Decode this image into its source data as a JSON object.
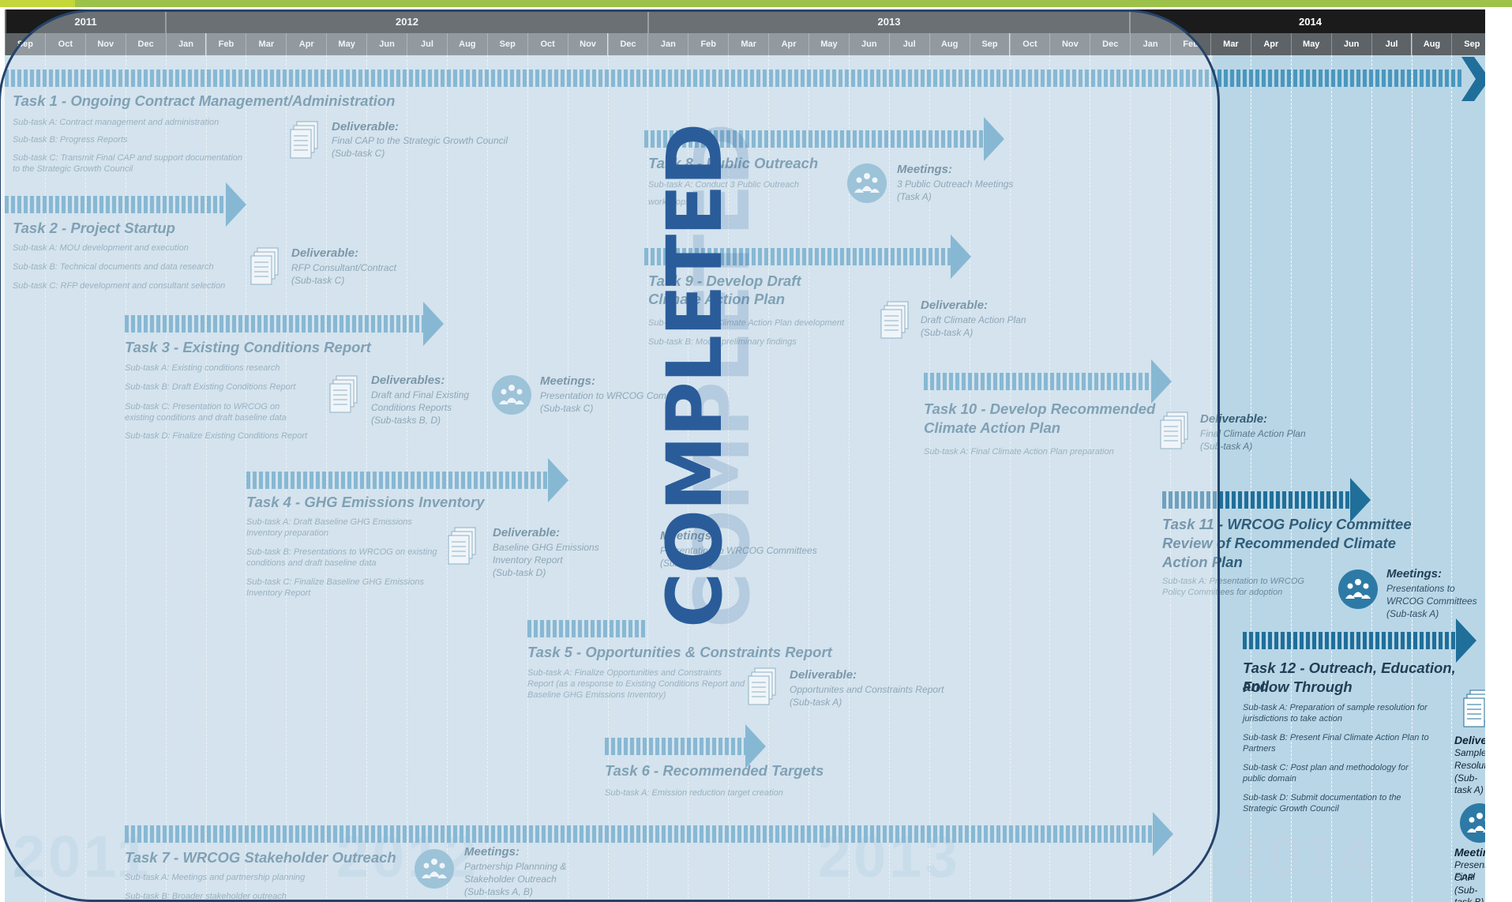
{
  "timeline": {
    "years": [
      "2011",
      "2012",
      "2013",
      "2014"
    ],
    "months": [
      "Sep",
      "Oct",
      "Nov",
      "Dec",
      "Jan",
      "Feb",
      "Mar",
      "Apr",
      "May",
      "Jun",
      "Jul",
      "Aug",
      "Sep",
      "Oct",
      "Nov",
      "Dec",
      "Jan",
      "Feb",
      "Mar",
      "Apr",
      "May",
      "Jun",
      "Jul",
      "Aug",
      "Sep",
      "Oct",
      "Nov",
      "Dec",
      "Jan",
      "Feb",
      "Mar",
      "Apr",
      "May",
      "Jun",
      "Jul",
      "Aug",
      "Sep"
    ],
    "watermark_years": [
      "2011",
      "2012",
      "2013",
      "2014"
    ]
  },
  "tasks": {
    "t1": {
      "title": "Task 1 - Ongoing Contract Management/Administration",
      "subs": [
        "Sub-task A: Contract management and administration",
        "Sub-task B: Progress Reports",
        "Sub-task C: Transmit Final CAP and support documentation",
        "to the Strategic Growth Council"
      ]
    },
    "t2": {
      "title": "Task 2 - Project Startup",
      "subs": [
        "Sub-task A: MOU development and execution",
        "Sub-task B: Technical documents and data research",
        "Sub-task C: RFP development and consultant selection"
      ]
    },
    "t3": {
      "title": "Task 3 - Existing Conditions Report",
      "subs": [
        "Sub-task A: Existing conditions research",
        "Sub-task B: Draft Existing Conditions Report",
        "Sub-task C: Presentation to WRCOG on",
        "existing conditions and draft baseline data",
        "Sub-task D: Finalize Existing Conditions Report"
      ]
    },
    "t4": {
      "title": "Task 4 - GHG Emissions Inventory",
      "subs": [
        "Sub-task A: Draft Baseline GHG Emissions",
        "Inventory preparation",
        "Sub-task B: Presentations to WRCOG on existing",
        "conditions and draft baseline data",
        "Sub-task C: Finalize Baseline GHG Emissions",
        "Inventory Report"
      ]
    },
    "t5": {
      "title": "Task 5 - Opportunities & Constraints Report",
      "subs": [
        "Sub-task A: Finalize Opportunities and Constraints",
        "Report (as a response to Existing Conditions Report and",
        "Baseline GHG Emissions Inventory)"
      ]
    },
    "t6": {
      "title": "Task 6 - Recommended Targets",
      "subs": [
        "Sub-task A: Emission reduction target creation"
      ]
    },
    "t7": {
      "title": "Task 7 - WRCOG Stakeholder Outreach",
      "subs": [
        "Sub-task A: Meetings and partnership planning",
        "Sub-task B: Broader stakeholder outreach"
      ]
    },
    "t8": {
      "title": "Task 8 - Public Outreach",
      "subs": [
        "Sub-task A: Conduct 3 Public Outreach",
        "workshops"
      ]
    },
    "t9": {
      "title_1": "Task 9 - Develop Draft",
      "title_2": "Climate Action Plan",
      "subs": [
        "Sub-task A: Draft Climate Action Plan development",
        "Sub-task B: Model preliminary findings"
      ]
    },
    "t10": {
      "title_1": "Task 10 - Develop Recommended",
      "title_2": "Climate Action Plan",
      "subs": [
        "Sub-task A: Final Climate Action Plan preparation"
      ]
    },
    "t11": {
      "title_1": "Task 11 - WRCOG Policy Committee",
      "title_2": "Review of Recommended Climate",
      "title_3": "Action Plan",
      "subs": [
        "Sub-task A: Presentation to WRCOG",
        "Policy Committees for adoption"
      ]
    },
    "t12": {
      "title_1": "Task 12 - Outreach, Education, and",
      "title_2": "Follow Through",
      "subs": [
        "Sub-task A: Preparation of sample resolution for",
        "jurisdictions to take action",
        "Sub-task B: Present Final Climate Action Plan to",
        "Partners",
        "Sub-task C: Post plan and methodology for",
        "public domain",
        "Sub-task D: Submit documentation to the",
        "Strategic Growth Council"
      ]
    }
  },
  "callouts": {
    "d1": {
      "title": "Deliverable:",
      "lines": [
        "Final CAP to the Strategic Growth Council",
        "(Sub-task C)"
      ]
    },
    "d2": {
      "title": "Deliverable:",
      "lines": [
        "RFP Consultant/Contract",
        "(Sub-task C)"
      ]
    },
    "d3": {
      "title": "Deliverables:",
      "lines": [
        "Draft and Final Existing",
        "Conditions Reports",
        "(Sub-tasks B, D)"
      ]
    },
    "m3": {
      "title": "Meetings:",
      "lines": [
        "Presentation to WRCOG Committees",
        "(Sub-task C)"
      ]
    },
    "d4": {
      "title": "Deliverable:",
      "lines": [
        "Baseline GHG Emissions",
        "Inventory Report",
        "(Sub-task D)"
      ]
    },
    "m4": {
      "title": "Meetings:",
      "lines": [
        "Presentation to WRCOG Committees",
        "(Sub-task B)"
      ]
    },
    "d5": {
      "title": "Deliverable:",
      "lines": [
        "Opportunites and Constraints Report",
        "(Sub-task A)"
      ]
    },
    "m7": {
      "title": "Meetings:",
      "lines": [
        "Partnership Plannning &",
        "Stakeholder Outreach",
        "(Sub-tasks A, B)"
      ]
    },
    "m8": {
      "title": "Meetings:",
      "lines": [
        "3 Public Outreach Meetings",
        "(Task A)"
      ]
    },
    "d9": {
      "title": "Deliverable:",
      "lines": [
        "Draft Climate Action Plan",
        "(Sub-task A)"
      ]
    },
    "d10": {
      "title": "Deliverable:",
      "lines": [
        "Final Climate Action Plan",
        "(Sub-task A)"
      ]
    },
    "m11": {
      "title": "Meetings:",
      "lines": [
        "Presentations to",
        "WRCOG Committees",
        "(Sub-task A)"
      ]
    },
    "d12": {
      "title": "Deliverable:",
      "lines": [
        "Sample",
        "Resolution",
        "(Sub-task A)"
      ]
    },
    "m12": {
      "title": "Meetings:",
      "lines": [
        "Present Final",
        "CAP",
        "(Sub-task B)"
      ]
    }
  },
  "stamp": {
    "text": "COMPLETED"
  },
  "colors": {
    "bar": "#4a97bd",
    "bar_dark": "#1f6f9a",
    "task_text": "#3f6e8a",
    "stamp": "#2a5c9a",
    "overlay_border": "#24436b",
    "header_dark": "#1b1b1b",
    "header_months": "#5d6366"
  },
  "icons": {
    "deliverable": "document-stack-icon",
    "meeting": "people-meeting-icon",
    "timeline_end": "chevron-arrow-icon"
  }
}
